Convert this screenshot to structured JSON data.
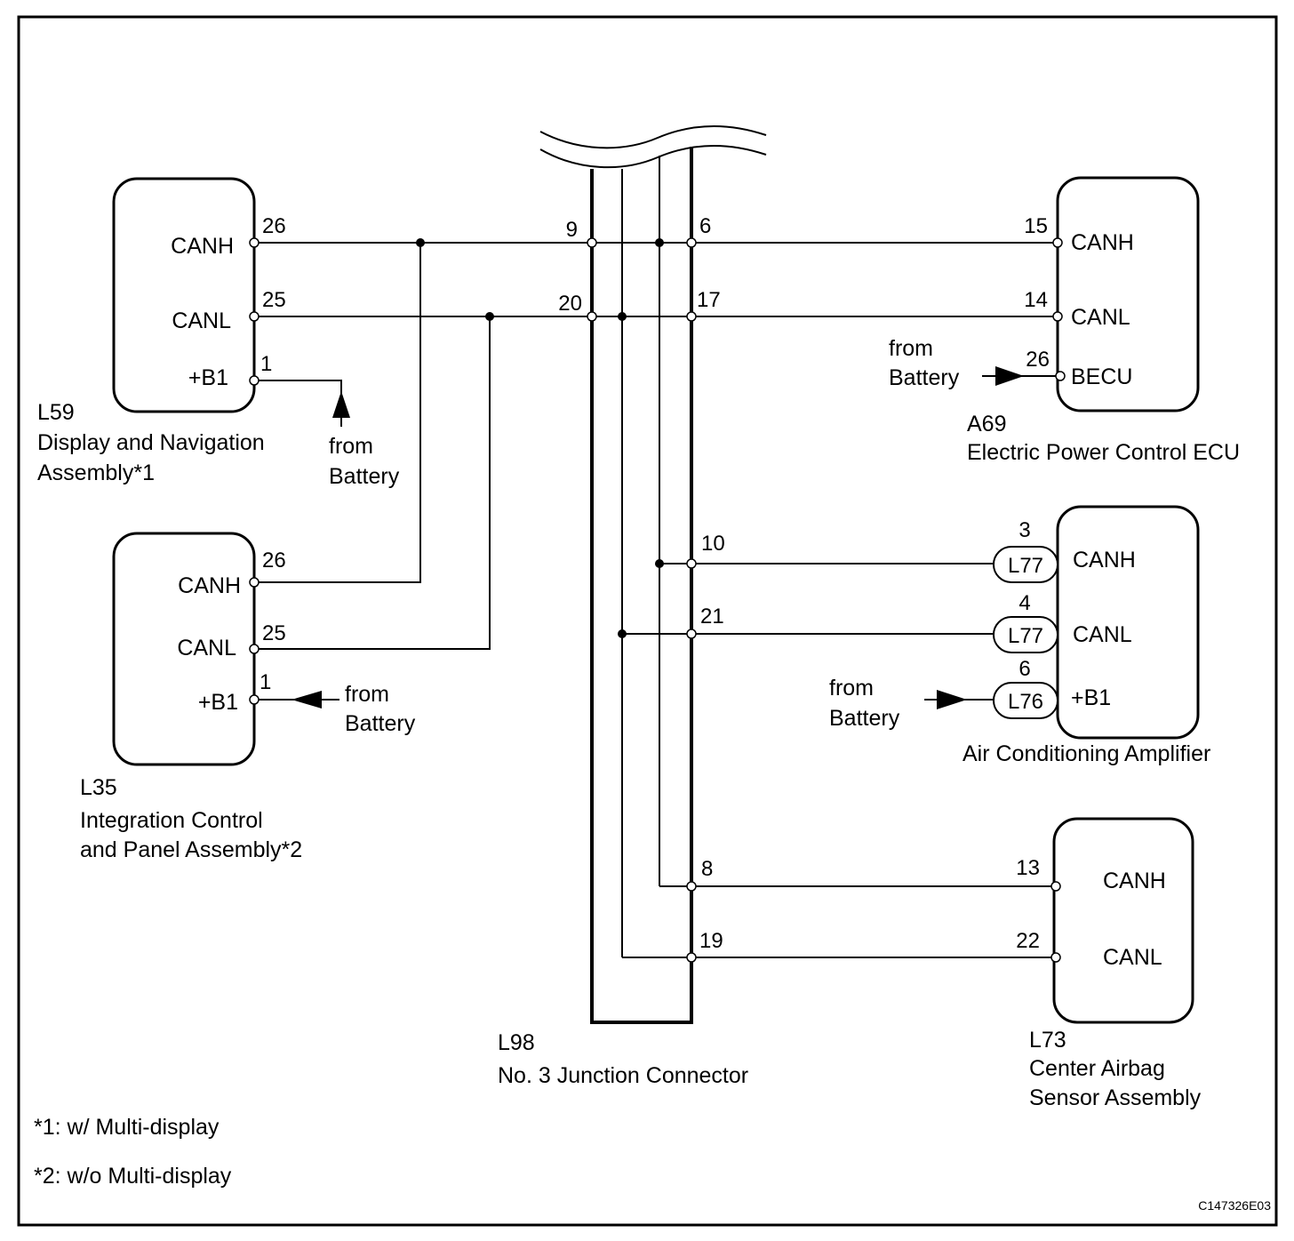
{
  "components": {
    "l59": {
      "code": "L59",
      "name_lines": [
        "Display and Navigation",
        "Assembly*1"
      ],
      "pins": [
        {
          "label": "CANH",
          "num": "26"
        },
        {
          "label": "CANL",
          "num": "25"
        },
        {
          "label": "+B1",
          "num": "1"
        }
      ],
      "power": [
        "from",
        "Battery"
      ]
    },
    "l35": {
      "code": "L35",
      "name_lines": [
        "Integration Control",
        "and Panel Assembly*2"
      ],
      "pins": [
        {
          "label": "CANH",
          "num": "26"
        },
        {
          "label": "CANL",
          "num": "25"
        },
        {
          "label": "+B1",
          "num": "1"
        }
      ],
      "power": [
        "from",
        "Battery"
      ]
    },
    "a69": {
      "code": "A69",
      "name_lines": [
        "Electric Power Control ECU"
      ],
      "pins": [
        {
          "label": "CANH",
          "num": "15"
        },
        {
          "label": "CANL",
          "num": "14"
        },
        {
          "label": "BECU",
          "num": "26"
        }
      ],
      "power": [
        "from",
        "Battery"
      ]
    },
    "ac": {
      "name_lines": [
        "Air Conditioning Amplifier"
      ],
      "pins": [
        {
          "label": "CANH",
          "num": "3",
          "connector": "L77"
        },
        {
          "label": "CANL",
          "num": "4",
          "connector": "L77"
        },
        {
          "label": "+B1",
          "num": "6",
          "connector": "L76"
        }
      ],
      "power": [
        "from",
        "Battery"
      ]
    },
    "l73": {
      "code": "L73",
      "name_lines": [
        "Center Airbag",
        "Sensor Assembly"
      ],
      "pins": [
        {
          "label": "CANH",
          "num": "13"
        },
        {
          "label": "CANL",
          "num": "22"
        }
      ]
    },
    "l98": {
      "code": "L98",
      "name_lines": [
        "No. 3 Junction Connector"
      ],
      "pins_left": [
        "9",
        "20"
      ],
      "pins_right": [
        "6",
        "17",
        "10",
        "21",
        "8",
        "19"
      ]
    }
  },
  "footnotes": [
    "*1: w/ Multi-display",
    "*2: w/o Multi-display"
  ],
  "figure_id": "C147326E03"
}
